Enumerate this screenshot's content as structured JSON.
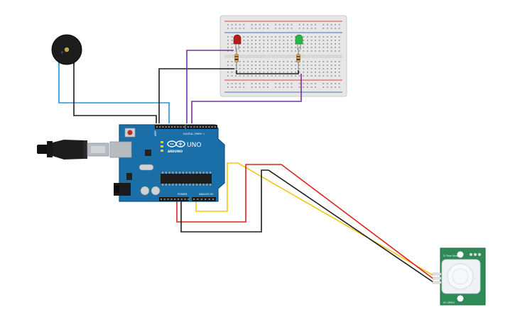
{
  "arduino": {
    "brand": "ARDUINO",
    "model": "UNO",
    "digital_label": "DIGITAL (PWM~)",
    "power_label": "POWER",
    "analog_label": "ANALOG IN",
    "aref_label": "AREF",
    "gnd_label": "GND",
    "colors": {
      "board": "#1a6fa8",
      "board_edge": "#0f5580",
      "header": "#1c1c1c",
      "logo": "#ffffff"
    }
  },
  "pir_sensor": {
    "label_top": "HC-SR501",
    "label_side": "Tr Time Sens",
    "colors": {
      "board": "#2e8b57",
      "dome": "#eef2f5"
    }
  },
  "breadboard": {
    "colors": {
      "body": "#e7e7e7",
      "rail_red": "#d44a4a",
      "rail_blue": "#4a72c4",
      "hole": "#9a9a9a"
    }
  },
  "leds": [
    {
      "name": "red-led",
      "color": "#b51c1c"
    },
    {
      "name": "green-led",
      "color": "#2db54a"
    }
  ],
  "wires": {
    "blue": "#1f95d6",
    "black": "#1e1e1e",
    "purple": "#7a2fa2",
    "red": "#e0221c",
    "yellow": "#f2c811"
  },
  "icons": {
    "buzzer": "piezo-buzzer-icon",
    "usb": "usb-cable-icon",
    "power_jack": "dc-jack-icon"
  }
}
